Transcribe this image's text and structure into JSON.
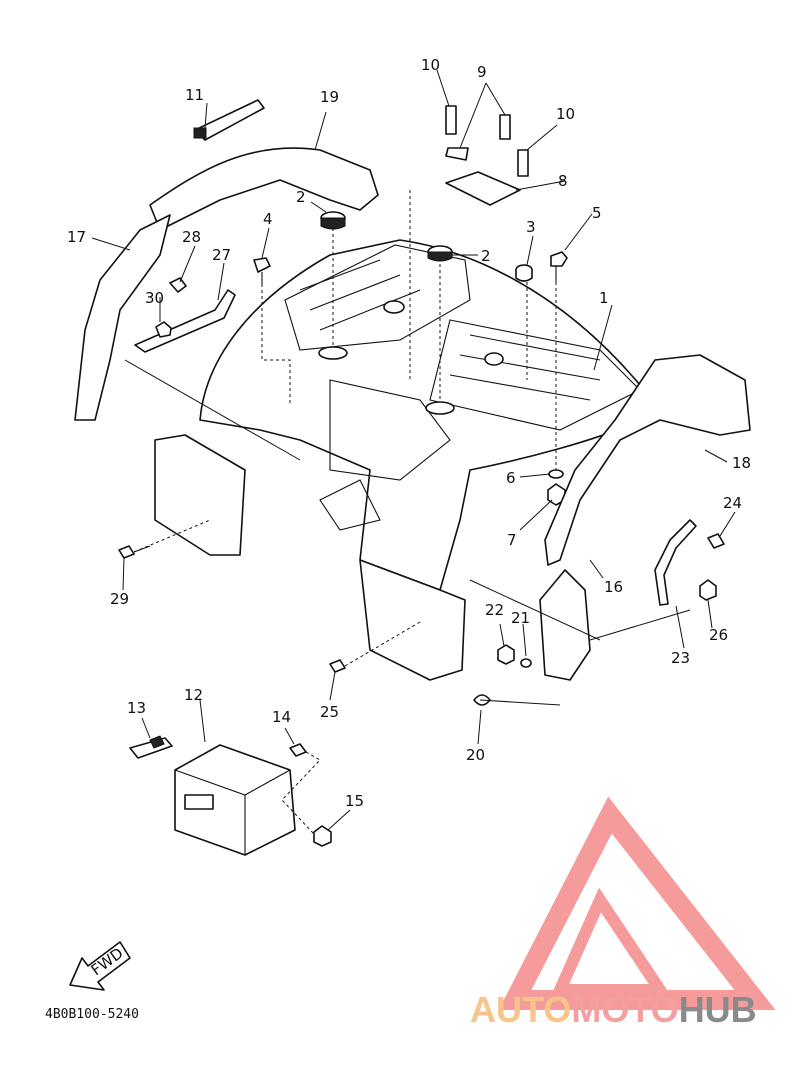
{
  "diagram": {
    "part_labels": [
      "1",
      "2",
      "2",
      "3",
      "4",
      "5",
      "6",
      "7",
      "8",
      "9",
      "10",
      "10",
      "11",
      "12",
      "13",
      "14",
      "15",
      "16",
      "17",
      "18",
      "19",
      "20",
      "21",
      "22",
      "23",
      "24",
      "25",
      "26",
      "27",
      "28",
      "29",
      "30"
    ],
    "fwd_label": "FWD",
    "diagram_code": "4B0B100-5240"
  },
  "watermark": {
    "part1": "AUTO",
    "part2": "MOTO",
    "part3": "HUB",
    "color_auto": "#f7c48a",
    "color_moto": "#f4a0a0",
    "color_hub": "#8a8a8a",
    "logo_color": "#f48a8a"
  }
}
